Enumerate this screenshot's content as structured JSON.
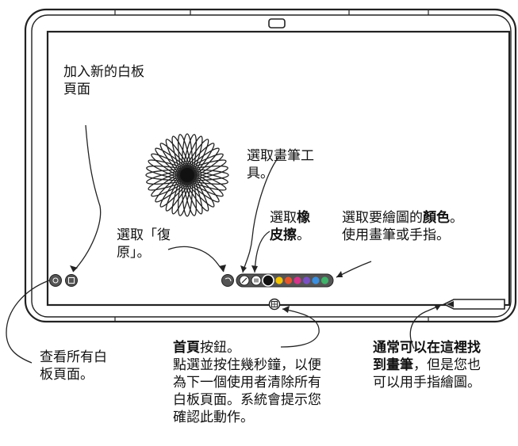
{
  "callouts": {
    "add_page": {
      "line1": "加入新的白板",
      "line2": "頁面"
    },
    "select_pen_tool": {
      "line1": "選取畫筆工",
      "line2": "具。"
    },
    "select_eraser": {
      "line1_prefix": "選取",
      "line1_bold": "橡",
      "line2_bold": "皮擦",
      "line2_suffix": "。"
    },
    "select_color": {
      "line1_prefix": "選取要繪圖的",
      "line1_bold": "顏色",
      "line1_suffix": "。",
      "line2": "使用畫筆或手指。"
    },
    "select_undo": {
      "line1": "選取「復",
      "line2": "原」。"
    },
    "view_all_pages": {
      "line1": "查看所有白",
      "line2": "板頁面。"
    },
    "home_button": {
      "title_bold": "首頁",
      "title_suffix": "按鈕。",
      "line2": "點選並按住幾秒鐘，以便",
      "line3": "為下一個使用者清除所有",
      "line4": "白板頁面。系統會提示您",
      "line5": "確認此動作。"
    },
    "pen_location": {
      "line1_bold": "通常可以在這裡找",
      "line2_prefix_bold": "到畫筆",
      "line2_suffix": "，但是您也",
      "line3": "可以用手指繪圖。"
    }
  },
  "palette_colors": [
    "#f5c400",
    "#e8552b",
    "#d6338a",
    "#7a4fc4",
    "#3a8fe0",
    "#3fb36a"
  ],
  "colors": {
    "ink": "#111111",
    "frame": "#222222"
  }
}
